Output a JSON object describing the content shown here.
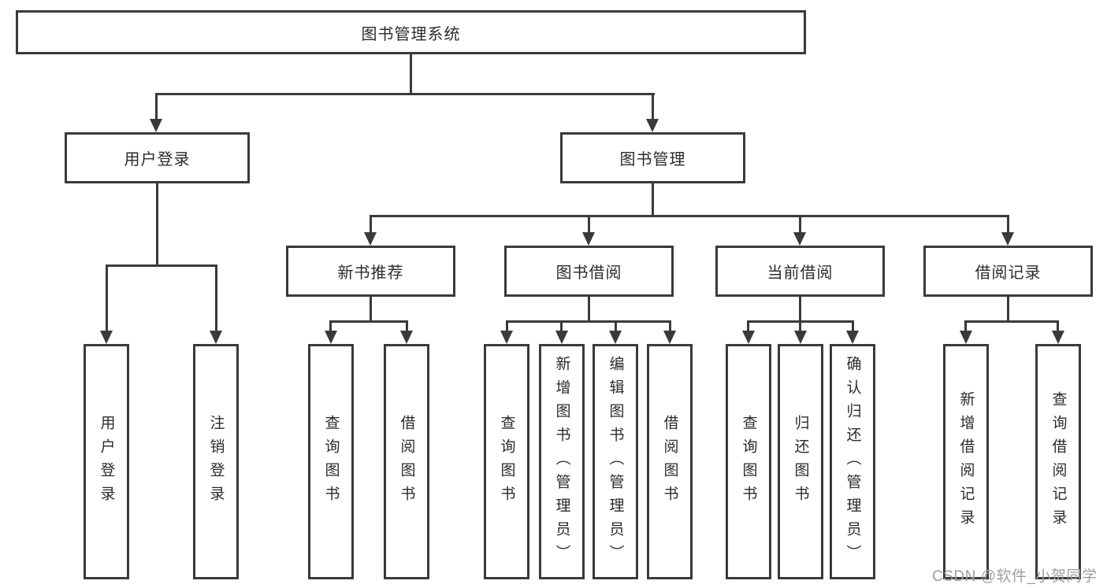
{
  "tree": {
    "label": "图书管理系统",
    "children": [
      {
        "label": "用户登录",
        "children": [
          {
            "label": "用户登录",
            "children": []
          },
          {
            "label": "注销登录",
            "children": []
          }
        ]
      },
      {
        "label": "图书管理",
        "children": [
          {
            "label": "新书推荐",
            "children": [
              {
                "label": "查询图书",
                "children": []
              },
              {
                "label": "借阅图书",
                "children": []
              }
            ]
          },
          {
            "label": "图书借阅",
            "children": [
              {
                "label": "查询图书",
                "children": []
              },
              {
                "label": "新增图书（管理员）",
                "children": []
              },
              {
                "label": "编辑图书（管理员）",
                "children": []
              },
              {
                "label": "借阅图书",
                "children": []
              }
            ]
          },
          {
            "label": "当前借阅",
            "children": [
              {
                "label": "查询图书",
                "children": []
              },
              {
                "label": "归还图书",
                "children": []
              },
              {
                "label": "确认归还（管理员）",
                "children": []
              }
            ]
          },
          {
            "label": "借阅记录",
            "children": [
              {
                "label": "新增借阅记录",
                "children": []
              },
              {
                "label": "查询借阅记录",
                "children": []
              }
            ]
          }
        ]
      }
    ]
  },
  "watermark": {
    "text": "CSDN @软件_小贺同学"
  },
  "colors": {
    "line": "#3a3a3a",
    "text": "#2b2b2b",
    "box_fill": "#ffffff",
    "watermark": "#9e9e9e",
    "background": "#ffffff"
  }
}
